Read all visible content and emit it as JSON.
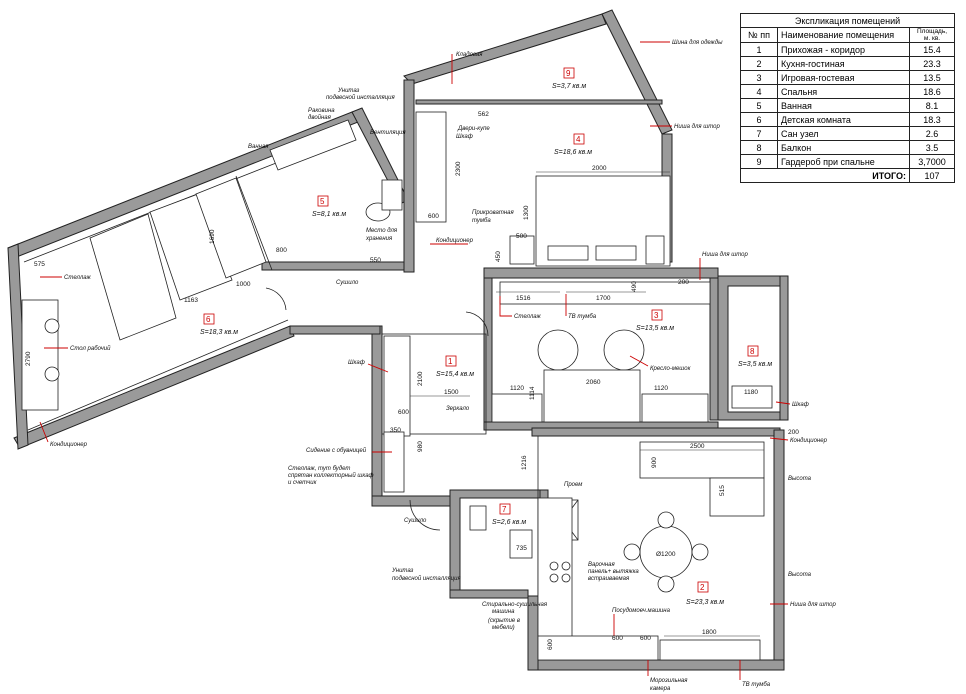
{
  "legend": {
    "title": "Экспликация помещений",
    "headers": {
      "num": "№ пп",
      "name": "Наименование помещения",
      "area": "Площадь, м. кв."
    },
    "rows": [
      {
        "num": "1",
        "name": "Прихожая - коридор",
        "area": "15.4"
      },
      {
        "num": "2",
        "name": "Кухня-гостиная",
        "area": "23.3"
      },
      {
        "num": "3",
        "name": "Игровая-гостевая",
        "area": "13.5"
      },
      {
        "num": "4",
        "name": "Спальня",
        "area": "18.6"
      },
      {
        "num": "5",
        "name": "Ванная",
        "area": "8.1"
      },
      {
        "num": "6",
        "name": "Детская комната",
        "area": "18.3"
      },
      {
        "num": "7",
        "name": "Сан узел",
        "area": "2.6"
      },
      {
        "num": "8",
        "name": "Балкон",
        "area": "3.5"
      },
      {
        "num": "9",
        "name": "Гардероб при спальне",
        "area": "3,7000"
      }
    ],
    "total_label": "ИТОГО:",
    "total_value": "107"
  },
  "rooms": [
    {
      "num": "1",
      "area_label": "S=15,4 кв.м"
    },
    {
      "num": "2",
      "area_label": "S=23,3 кв.м"
    },
    {
      "num": "3",
      "area_label": "S=13,5 кв.м"
    },
    {
      "num": "4",
      "area_label": "S=18,6 кв.м"
    },
    {
      "num": "5",
      "area_label": "S=8,1 кв.м"
    },
    {
      "num": "6",
      "area_label": "S=18,3 кв.м"
    },
    {
      "num": "7",
      "area_label": "S=2,6 кв.м"
    },
    {
      "num": "8",
      "area_label": "S=3,5 кв.м"
    },
    {
      "num": "9",
      "area_label": "S=3,7 кв.м"
    }
  ],
  "notes": {
    "kladovaya": "Кладовая",
    "shina_odezhda": "Шина для одежды",
    "nisha_shtor": "Ниша для штор",
    "dveri_kupe": "Двери-купе",
    "shkaf": "Шкаф",
    "unitaz_1": "Унитаз",
    "unitaz_1b": "подвесной инсталляция",
    "rakovina": "Раковина",
    "rakovina_b": "двойная",
    "ventilyaciya": "Вентиляция",
    "vannaya": "Ванная",
    "tumba": "Прикроватная",
    "tumba_b": "тумба",
    "mesto": "Место для",
    "mesto_b": "хранения",
    "kondicioner": "Кондиционер",
    "stellazh": "Стеллаж",
    "stol": "Стол рабочий",
    "sushilo": "Сушило",
    "tv_tumba": "ТВ тумба",
    "kreslo": "Кресло-мешок",
    "zerkalo": "Зеркало",
    "sidenie": "Сидение с обувницей",
    "stellazh_long_1": "Стеллаж, тут будет",
    "stellazh_long_2": "спрятан коллекторный шкаф",
    "stellazh_long_3": "и счетчик",
    "proem": "Проем",
    "vysota": "Высота",
    "voronka_1": "Варочная",
    "voronka_2": "панель+ вытяжка",
    "voronka_3": "встраиваемая",
    "stiralka_1": "Стирально-сушильная",
    "stiralka_2": "машина",
    "stiralka_3": "(скрытие в",
    "stiralka_4": "мебели)",
    "posudomoyka": "Посудомоеч.машина",
    "morozilka_1": "Морозильная",
    "morozilka_2": "камера",
    "table_dia": "Ø1200"
  },
  "dims": {
    "d2000": "2000",
    "d1300": "1300",
    "d500": "500",
    "d450": "450",
    "d600": "600",
    "d2300": "2300",
    "d1516": "1516",
    "d1700": "1700",
    "d200": "200",
    "d490": "490",
    "d1120": "1120",
    "d2060": "2060",
    "d1114": "1114",
    "d1500": "1500",
    "d2100": "2100",
    "d980": "980",
    "d350": "350",
    "d1216": "1216",
    "d2500": "2500",
    "d900": "900",
    "d515": "515",
    "d1800": "1800",
    "d1180": "1180",
    "d550": "550",
    "d575": "575",
    "d1163": "1163",
    "d1000": "1000",
    "d800": "800",
    "d1690": "1690",
    "d562": "562",
    "d735": "735",
    "d2790": "2790"
  }
}
